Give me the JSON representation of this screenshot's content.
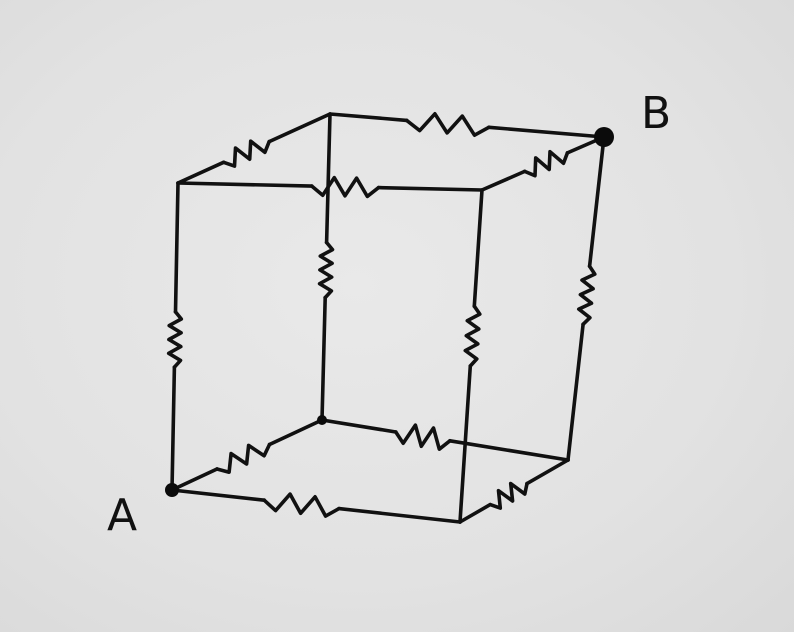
{
  "diagram": {
    "type": "resistor-cube",
    "labels": {
      "node_a": "A",
      "node_b": "B"
    },
    "resistor_count": 12,
    "stroke_color": "#111111",
    "background_color": "#e4e4e4"
  }
}
